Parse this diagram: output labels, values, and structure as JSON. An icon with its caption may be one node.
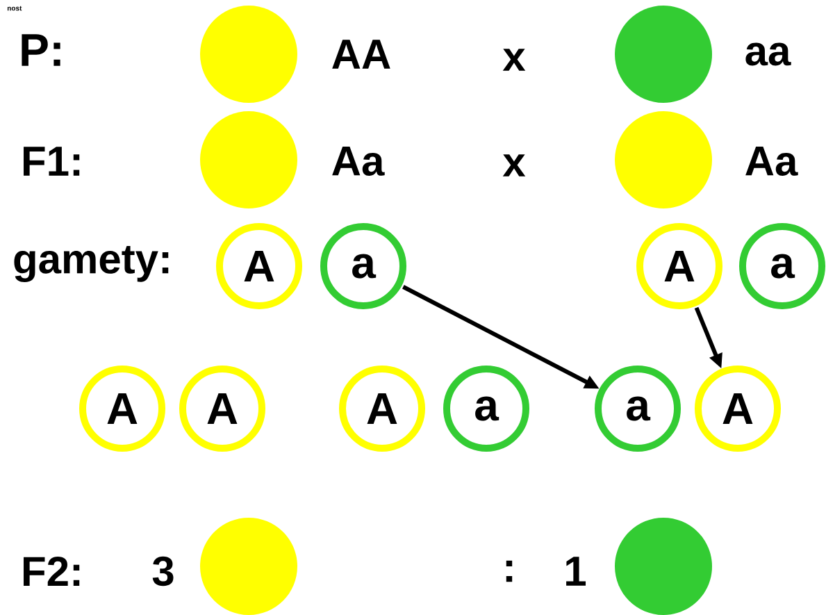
{
  "diagram": {
    "nodes": [
      {
        "text": [],
        "shape": "circle"
      },
      {
        "text": [],
        "shape": "circle"
      },
      {
        "text": [],
        "shape": "circle"
      },
      {
        "text": [],
        "shape": "circle"
      },
      {
        "text": [
          "A"
        ]
      },
      {
        "text": [
          "a"
        ]
      },
      {
        "text": [
          "A"
        ]
      },
      {
        "text": [
          "a"
        ]
      },
      {
        "text": [
          "A"
        ]
      },
      {
        "text": [
          "A"
        ]
      },
      {
        "text": [
          "A"
        ]
      },
      {
        "text": [
          "a"
        ]
      },
      {
        "text": [
          "a"
        ]
      },
      {
        "text": [
          "A"
        ]
      },
      {
        "text": [],
        "shape": "circle"
      },
      {
        "text": [],
        "shape": "circle"
      }
    ],
    "edges": [
      {
        "from": 5,
        "to": 12,
        "arrow": "to"
      },
      {
        "from": 6,
        "to": 13,
        "arrow": "to"
      }
    ],
    "labels": [
      "nost",
      "P:",
      "AA",
      "x",
      "aa",
      "F1:",
      "Aa",
      "x",
      "Aa",
      "gamety:",
      "F2:",
      "3",
      ":",
      "1"
    ]
  }
}
